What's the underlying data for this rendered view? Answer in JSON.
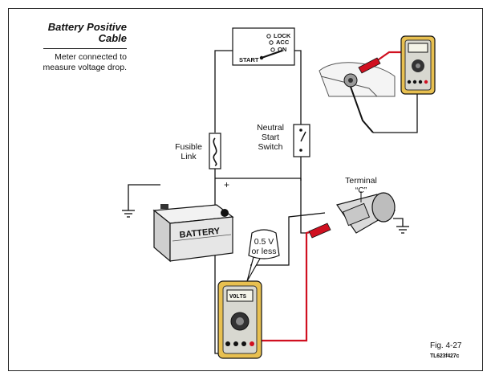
{
  "sidebar": {
    "title_line1": "Battery Positive",
    "title_line2": "Cable",
    "caption_line1": "Meter connected to",
    "caption_line2": "measure voltage drop."
  },
  "ignition_switch": {
    "positions": [
      "LOCK",
      "ACC",
      "ON"
    ],
    "start_label": "START"
  },
  "labels": {
    "fusible_line1": "Fusible",
    "fusible_line2": "Link",
    "neutral_line1": "Neutral",
    "neutral_line2": "Start",
    "neutral_line3": "Switch",
    "terminal_line1": "Terminal",
    "terminal_line2": "“C”",
    "plus": "+",
    "battery": "BATTERY"
  },
  "meter_bubble": {
    "line1": "0.5 V",
    "line2": "or less"
  },
  "meter_display": "VOLTS",
  "figure": {
    "number": "Fig. 4-27",
    "code": "TL623f427c"
  },
  "colors": {
    "wire": "#111111",
    "test_lead_red": "#d01020",
    "meter_body": "#e8c050",
    "meter_face": "#d8d8d0"
  }
}
